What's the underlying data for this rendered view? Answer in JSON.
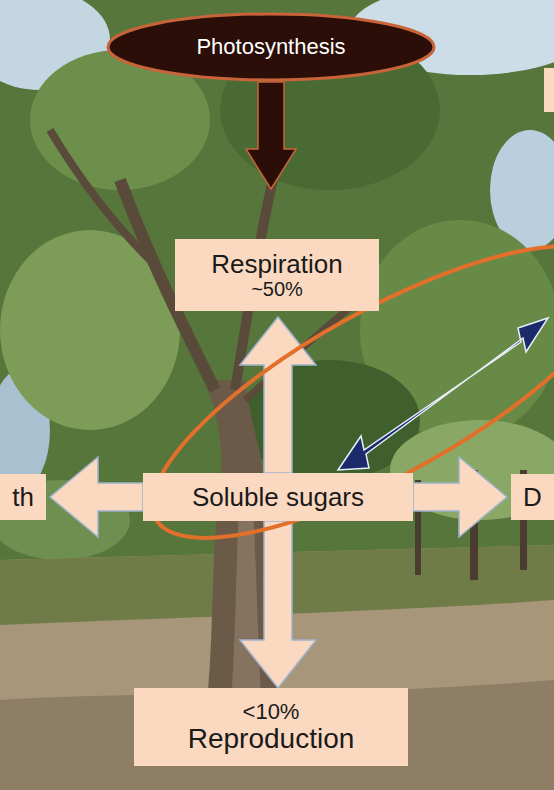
{
  "diagram": {
    "nodes": [
      {
        "text": [
          "Photosynthesis"
        ]
      },
      {
        "text": [
          "Respiration",
          "~50%"
        ]
      },
      {
        "text": [
          "th"
        ]
      },
      {
        "text": [
          "Soluble sugars"
        ]
      },
      {
        "text": [
          "D"
        ]
      },
      {
        "text": [
          "<10%",
          "Reproduction"
        ]
      }
    ],
    "edges": [
      {
        "from": 0,
        "to": 1,
        "arrow": "to"
      },
      {
        "from": 3,
        "to": 1,
        "arrow": "to"
      },
      {
        "from": 3,
        "to": 2,
        "arrow": "to"
      },
      {
        "from": 3,
        "to": 4,
        "arrow": "to"
      },
      {
        "from": 3,
        "to": 5,
        "arrow": "to"
      }
    ]
  }
}
